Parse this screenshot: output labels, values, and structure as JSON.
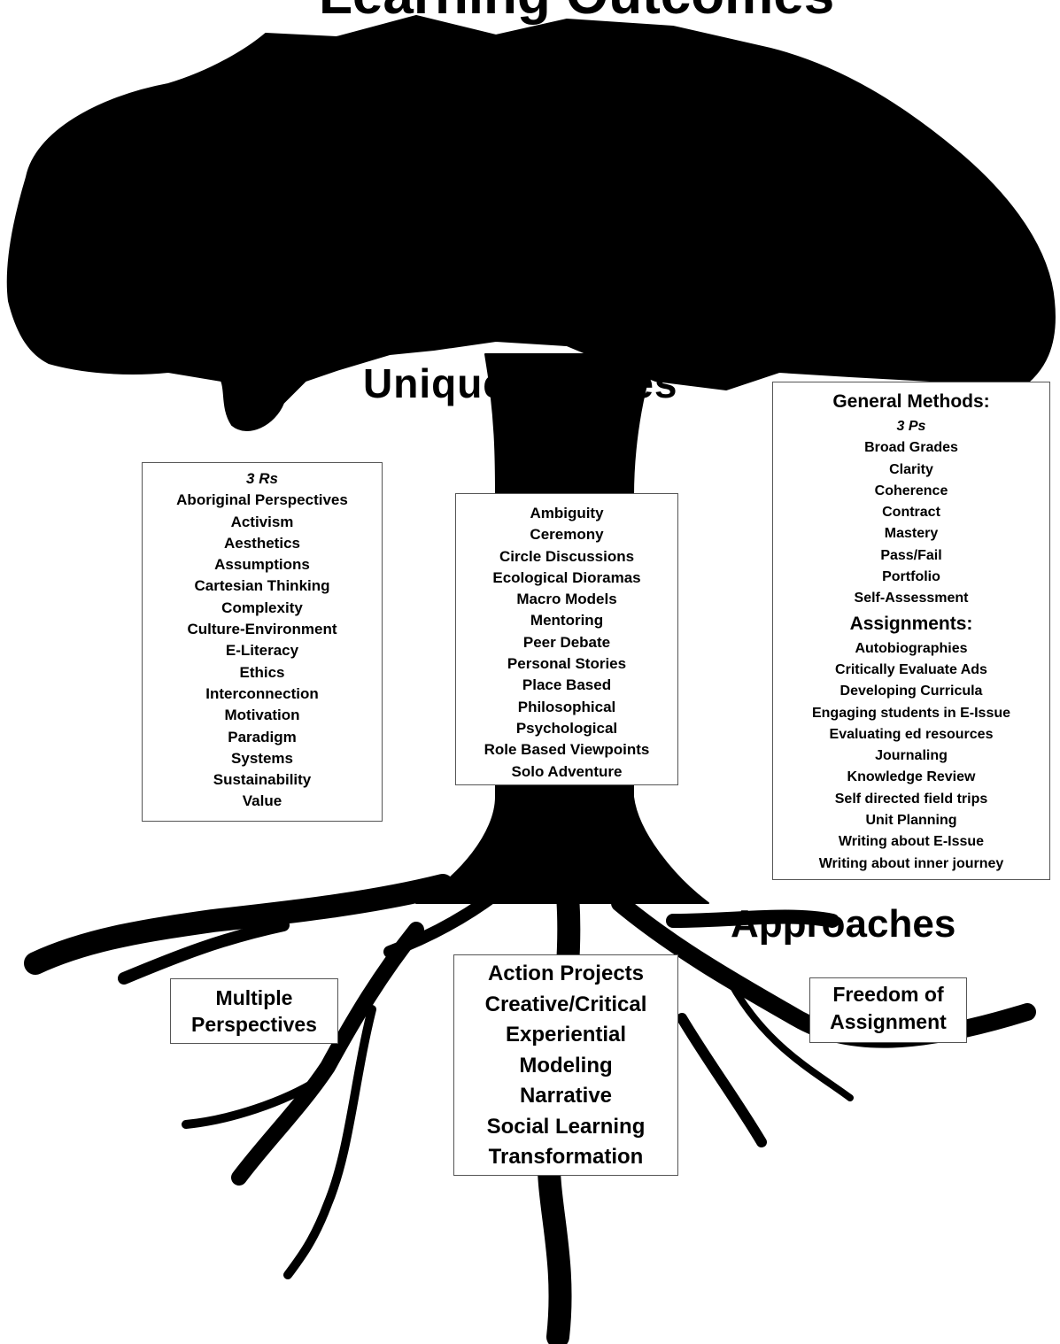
{
  "headings": {
    "title": "Learning Outcomes",
    "unique": "Unique Themes",
    "roots": "Approaches"
  },
  "themes_box": {
    "items": [
      "3 Rs",
      "Aboriginal Perspectives",
      "Activism",
      "Aesthetics",
      "Assumptions",
      "Cartesian Thinking",
      "Complexity",
      "Culture-Environment",
      "E-Literacy",
      "Ethics",
      "Interconnection",
      "Motivation",
      "Paradigm",
      "Systems",
      "Sustainability",
      "Value"
    ]
  },
  "activities_box": {
    "items": [
      "Ambiguity",
      "Ceremony",
      "Circle Discussions",
      "Ecological Dioramas",
      "Macro Models",
      "Mentoring",
      "Peer Debate",
      "Personal Stories",
      "Place Based",
      "Philosophical",
      "Psychological",
      "Role Based Viewpoints",
      "Solo Adventure"
    ]
  },
  "methods_box": {
    "methods_heading": "General Methods:",
    "methods": [
      "3 Ps",
      "Broad Grades",
      "Clarity",
      "Coherence",
      "Contract",
      "Mastery",
      "Pass/Fail",
      "Portfolio",
      "Self-Assessment"
    ],
    "assignments_heading": "Assignments:",
    "assignments": [
      "Autobiographies",
      "Critically Evaluate Ads",
      "Developing Curricula",
      "Engaging students in E-Issue",
      "Evaluating ed resources",
      "Journaling",
      "Knowledge Review",
      "Self directed field trips",
      "Unit Planning",
      "Writing about E-Issue",
      "Writing about inner journey"
    ]
  },
  "multiple_box": {
    "line1": "Multiple",
    "line2": "Perspectives"
  },
  "core_box": {
    "items": [
      "Action Projects",
      "Creative/Critical",
      "Experiential",
      "Modeling",
      "Narrative",
      "Social Learning",
      "Transformation"
    ]
  },
  "freedom_box": {
    "line1": "Freedom of",
    "line2": "Assignment"
  },
  "colors": {
    "silhouette": "#000000",
    "background": "#ffffff",
    "box_border": "#555555"
  }
}
